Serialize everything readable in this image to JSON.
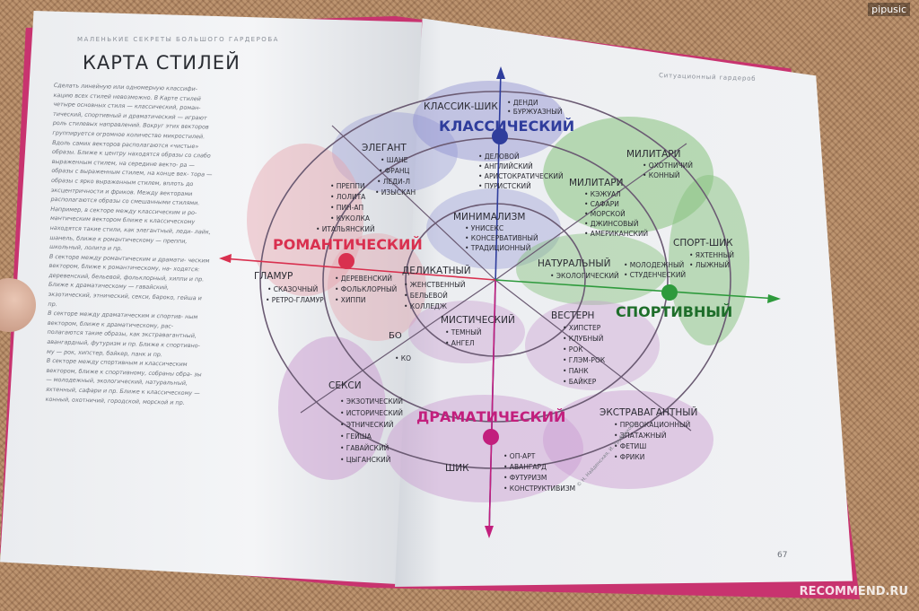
{
  "watermarks": {
    "top": "pipusic",
    "bottom": "RECOMMEND.RU"
  },
  "left_page": {
    "running_head": "МАЛЕНЬКИЕ СЕКРЕТЫ БОЛЬШОГО ГАРДЕРОБА",
    "title": "КАРТА СТИЛЕЙ",
    "paragraphs": [
      "Сделать линейную или одномерную классифи- кацию всех стилей невозможно. В Карте стилей четыре основных стиля — классический, роман- тический, спортивный и драматический — играют роль стилевых направлений. Вокруг этих векторов группируется огромное количество микростилей. Вдоль самих векторов располагаются «чистые» образы. Ближе к центру находятся образы со слабо выраженным стилем, на середине векто- ра — образы с выраженным стилем, на конце век- тора — образы с ярко выраженным стилем, вплоть до эксцентричности и фриков. Между векторами располагаются образы со смешанными стилями. Например, в секторе между классическим и ро- мантическим вектором ближе к классическому находятся такие стили, как элегантный, леди- лайк, шанель, ближе к романтическому — преппи, школьный, лолита и пр.",
      "В секторе между романтическим и драмати- ческим вектором, ближе к романтическому, на- ходятся: деревенский, бельевой, фольклорный, хиппи и пр. Ближе к драматическому — гавайский, экзотический, этнический, секси, бароко, гейша и пр.",
      "В секторе между драматическим и спортив- ным вектором, ближе к драматическому, рас- полагаются такие образы, как экстравагантный, авангардный, футуризм и пр. Ближе к спортивно- му — рок, хипстер, байкер, панк и пр.",
      "В секторе между спортивным и классическим вектором, ближе к спортивному, собраны обра- зы — молодежный, экологический, натуральный, яхтенный, сафари и пр. Ближе к классическому — конный, охотничий, городской, морской и пр."
    ]
  },
  "right_page": {
    "running_head": "Ситуационный гардероб",
    "page_number": "67",
    "credit": "© Н. Найденская, И. Трубецкова"
  },
  "diagram": {
    "axes": {
      "classic": "КЛАССИЧЕСКИЙ",
      "romantic": "РОМАНТИЧЕСКИЙ",
      "sport": "СПОРТИВНЫЙ",
      "dramatic": "ДРАМАТИЧЕСКИЙ"
    },
    "colors": {
      "classic": "#2f3d9c",
      "romantic": "#d9304f",
      "sport": "#2e9a3c",
      "dramatic": "#c21f7d",
      "text": "#2b2b33"
    },
    "groups": {
      "klassik_shik": {
        "title": "КЛАССИК-ШИК",
        "items": [
          "ДЕНДИ",
          "БУРЖУАЗНЫЙ"
        ]
      },
      "classic_mid": {
        "items": [
          "ДЕЛОВОЙ",
          "АНГЛИЙСКИЙ",
          "АРИСТОКРАТИЧЕСКИЙ",
          "ПУРИСТСКИЙ"
        ]
      },
      "minimalizm": {
        "title": "МИНИМАЛИЗМ",
        "items": [
          "УНИСЕКС",
          "КОНСЕРВАТИВНЫЙ",
          "ТРАДИЦИОННЫЙ"
        ]
      },
      "elegant": {
        "title": "ЭЛЕГАНТ",
        "items": [
          "ШАНЕ",
          "ФРАНЦ",
          "ЛЕДИ-Л",
          "ИЗЫСКАН"
        ]
      },
      "romantic_mid": {
        "items": [
          "ПРЕППИ",
          "ЛОЛИТА",
          "ПИН-АП",
          "КУКОЛКА",
          "ИТАЛЬЯНСКИЙ"
        ]
      },
      "glamur": {
        "title": "ГЛАМУР",
        "items": [
          "СКАЗОЧНЫЙ",
          "РЕТРО-ГЛАМУР"
        ]
      },
      "derevensky": {
        "items": [
          "ДЕРЕВЕНСКИЙ",
          "ФОЛЬКЛОРНЫЙ",
          "ХИППИ"
        ]
      },
      "delikatny": {
        "title": "ДЕЛИКАТНЫЙ",
        "items": [
          "ЖЕНСТВЕННЫЙ",
          "БЕЛЬЕВОЙ",
          "КОЛЛЕДЖ"
        ]
      },
      "militari_outer": {
        "title": "МИЛИТАРИ",
        "items": [
          "ОХОТНИЧИЙ",
          "КОННЫЙ"
        ]
      },
      "militari_inner": {
        "title": "МИЛИТАРИ",
        "items": [
          "КЭЖУАЛ",
          "САФАРИ",
          "МОРСКОЙ",
          "ДЖИНСОВЫЙ",
          "АМЕРИКАНСКИЙ"
        ]
      },
      "sport_shik": {
        "title": "СПОРТ-ШИК",
        "items": [
          "ЯХТЕННЫЙ",
          "ЛЫЖНЫЙ"
        ]
      },
      "naturalny": {
        "title": "НАТУРАЛЬНЫЙ",
        "items": [
          "ЭКОЛОГИЧЕСКИЙ"
        ]
      },
      "molodezhny": {
        "items": [
          "МОЛОДЕЖНЫЙ",
          "СТУДЕНЧЕСКИЙ"
        ]
      },
      "mistichesky": {
        "title": "МИСТИЧЕСКИЙ",
        "items": [
          "ТЕМНЫЙ",
          "АНГЕЛ"
        ]
      },
      "vestern": {
        "title": "ВЕСТЕРН",
        "items": [
          "ХИПСТЕР",
          "КЛУБНЫЙ",
          "РОК",
          "ГЛЭМ-РОК",
          "ПАНК",
          "БАЙКЕР"
        ]
      },
      "seksi": {
        "title": "СЕКСИ",
        "items": [
          "ЭКЗОТИЧЕСКИЙ",
          "ИСТОРИЧЕСКИЙ",
          "ЭТНИЧЕСКИЙ",
          "ГЕЙША",
          "ГАВАЙСКИЙ",
          "ЦЫГАНСКИЙ"
        ]
      },
      "ekstravagantny": {
        "title": "ЭКСТРАВАГАНТНЫЙ",
        "items": [
          "ПРОВОКАЦИОННЫЙ",
          "ЭПАТАЖНЫЙ",
          "ФЕТИШ",
          "ФРИКИ"
        ]
      },
      "shik": {
        "title": "ШИК",
        "items": [
          "ОП-АРТ",
          "АВАНГАРД",
          "ФУТУРИЗМ",
          "КОНСТРУКТИВИЗМ"
        ]
      },
      "baroko_fragment": {
        "title": "БО",
        "items": [
          "КО"
        ]
      }
    }
  }
}
